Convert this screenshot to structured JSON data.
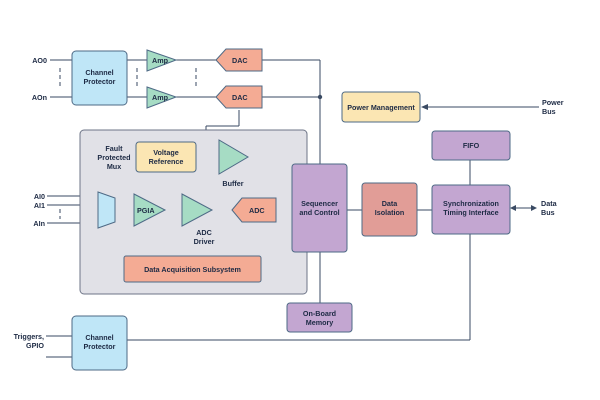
{
  "inputs": {
    "ao_top": "AO0",
    "ao_bottom": "AOn",
    "ai_0": "AI0",
    "ai_1": "AI1",
    "ai_n": "AIn",
    "triggers_line1": "Triggers,",
    "triggers_line2": "GPIO"
  },
  "blocks": {
    "channel_protector_top_l1": "Channel",
    "channel_protector_top_l2": "Protector",
    "amp_top": "Amp",
    "amp_bottom": "Amp",
    "dac_top": "DAC",
    "dac_bottom": "DAC",
    "fault_mux_l1": "Fault",
    "fault_mux_l2": "Protected",
    "fault_mux_l3": "Mux",
    "voltage_ref_l1": "Voltage",
    "voltage_ref_l2": "Reference",
    "buffer": "Buffer",
    "pgia": "PGIA",
    "adc_driver_l1": "ADC",
    "adc_driver_l2": "Driver",
    "adc": "ADC",
    "daq_subsystem": "Data Acquisition Subsystem",
    "sequencer_l1": "Sequencer",
    "sequencer_l2": "and Control",
    "data_isolation_l1": "Data",
    "data_isolation_l2": "Isolation",
    "power_mgmt": "Power Management",
    "fifo": "FIFO",
    "sync_l1": "Synchronization",
    "sync_l2": "Timing Interface",
    "onboard_mem_l1": "On-Board",
    "onboard_mem_l2": "Memory",
    "channel_protector_bottom_l1": "Channel",
    "channel_protector_bottom_l2": "Protector"
  },
  "outputs": {
    "power_bus_l1": "Power",
    "power_bus_l2": "Bus",
    "data_bus_l1": "Data",
    "data_bus_l2": "Bus"
  },
  "colors": {
    "blue": "#bfe6f7",
    "green": "#a6dcc4",
    "salmon": "#f4ab94",
    "purple": "#c3a6d1",
    "yellow": "#fbe6b3",
    "isolation": "#e19d97",
    "subsystem": "#e1e1e7"
  }
}
